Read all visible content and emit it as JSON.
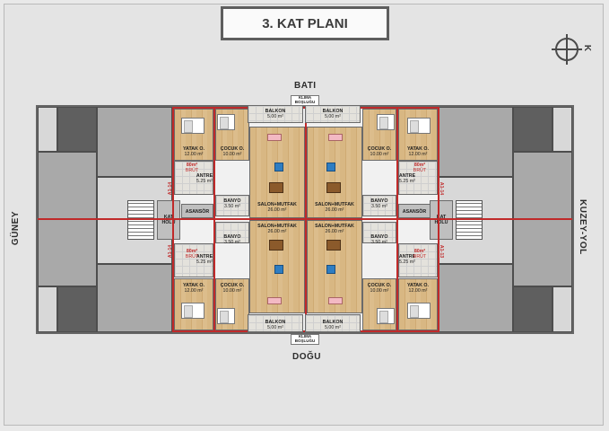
{
  "title": "3. KAT PLANI",
  "directions": {
    "north": "BATI",
    "south": "DOĞU",
    "west": "GÜNEY",
    "east": "KUZEY-YOL"
  },
  "compass_letter": "K",
  "rooms": {
    "balkon_tl": {
      "name": "BALKON",
      "area": "5.00 m²"
    },
    "balkon_tr": {
      "name": "BALKON",
      "area": "5.00 m²"
    },
    "balkon_bl": {
      "name": "BALKON",
      "area": "5.00 m²"
    },
    "balkon_br": {
      "name": "BALKON",
      "area": "5.00 m²"
    },
    "klima_top": {
      "name": "KLIMA BOŞLUĞU"
    },
    "klima_bottom": {
      "name": "KLIMA BOŞLUĞU"
    },
    "yatak_tl": {
      "name": "YATAK O.",
      "area": "12.00 m²"
    },
    "cocuk_tl": {
      "name": "ÇOCUK O.",
      "area": "10.00 m²"
    },
    "yatak_tr": {
      "name": "YATAK O.",
      "area": "12.00 m²"
    },
    "cocuk_tr": {
      "name": "ÇOCUK O.",
      "area": "10.00 m²"
    },
    "yatak_bl": {
      "name": "YATAK O.",
      "area": "12.00 m²"
    },
    "cocuk_bl": {
      "name": "ÇOCUK O.",
      "area": "10.00 m²"
    },
    "yatak_br": {
      "name": "YATAK O.",
      "area": "12.00 m²"
    },
    "cocuk_br": {
      "name": "ÇOCUK O.",
      "area": "10.00 m²"
    },
    "salon_tl": {
      "name": "SALON+MUTFAK",
      "area": "26.00 m²"
    },
    "salon_tr": {
      "name": "SALON+MUTFAK",
      "area": "26.00 m²"
    },
    "salon_bl": {
      "name": "SALON+MUTFAK",
      "area": "26.00 m²"
    },
    "salon_br": {
      "name": "SALON+MUTFAK",
      "area": "26.00 m²"
    },
    "antre_tl": {
      "name": "ANTRE",
      "area": "5.25 m²"
    },
    "antre_tr": {
      "name": "ANTRE",
      "area": "5.25 m²"
    },
    "antre_bl": {
      "name": "ANTRE",
      "area": "5.25 m²"
    },
    "antre_br": {
      "name": "ANTRE",
      "area": "5.25 m²"
    },
    "banyo_tl": {
      "name": "BANYO",
      "area": "3.50 m²"
    },
    "banyo_tr": {
      "name": "BANYO",
      "area": "3.50 m²"
    },
    "banyo_bl": {
      "name": "BANYO",
      "area": "3.50 m²"
    },
    "banyo_br": {
      "name": "BANYO",
      "area": "3.50 m²"
    },
    "asansor_l": {
      "name": "ASANSÖR"
    },
    "asansor_r": {
      "name": "ASANSÖR"
    },
    "kat_holu_l": {
      "name": "KAT HOLÜ"
    },
    "kat_holu_r": {
      "name": "KAT HOLÜ"
    }
  },
  "unit_tags": {
    "tl": {
      "id": "A1-14",
      "area": "80m²",
      "note": "BRÜT"
    },
    "bl": {
      "id": "A1-14",
      "area": "80m²",
      "note": "BRÜT"
    },
    "tr": {
      "id": "A1-14",
      "area": "80m²",
      "note": "BRÜT"
    },
    "br": {
      "id": "A1-13",
      "area": "80m²",
      "note": "BRÜT"
    }
  }
}
